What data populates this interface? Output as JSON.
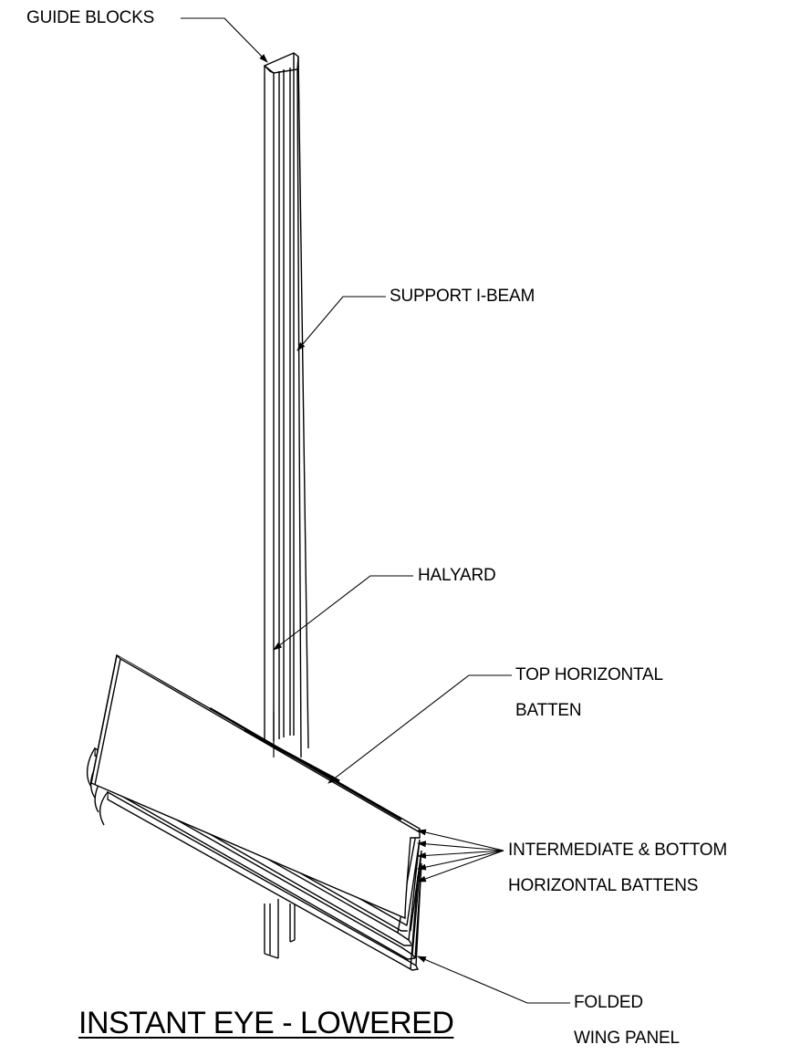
{
  "drawing": {
    "title": "INSTANT EYE - LOWERED",
    "callouts": {
      "guide_blocks": "GUIDE BLOCKS",
      "support_ibeam": "SUPPORT I-BEAM",
      "halyard": "HALYARD",
      "top_batten_line1": "TOP HORIZONTAL",
      "top_batten_line2": "BATTEN",
      "intermediate_line1": "INTERMEDIATE & BOTTOM",
      "intermediate_line2": "HORIZONTAL BATTENS",
      "folded_line1": "FOLDED",
      "folded_line2": "WING PANEL"
    },
    "colors": {
      "ink": "#000000",
      "paper": "#ffffff"
    }
  }
}
